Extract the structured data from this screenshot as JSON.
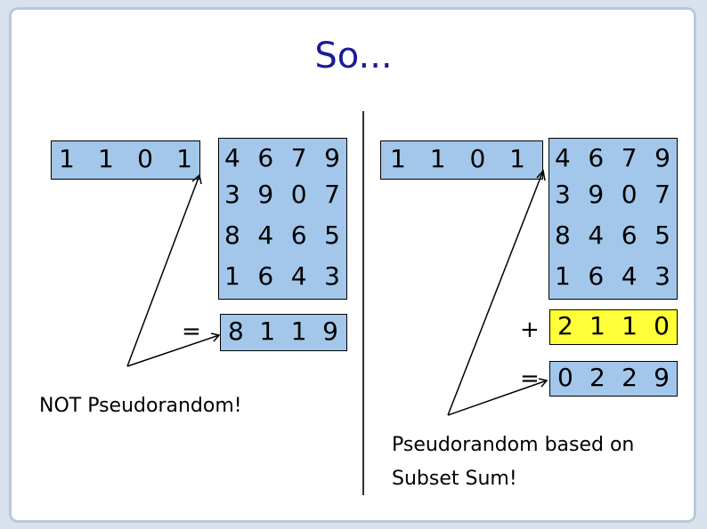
{
  "title": "So...",
  "left": {
    "bits": [
      "1",
      "1",
      "0",
      "1"
    ],
    "matrix": [
      [
        "4",
        "6",
        "7",
        "9"
      ],
      [
        "3",
        "9",
        "0",
        "7"
      ],
      [
        "8",
        "4",
        "6",
        "5"
      ],
      [
        "1",
        "6",
        "4",
        "3"
      ]
    ],
    "equals": "=",
    "result": [
      "8",
      "1",
      "1",
      "9"
    ],
    "note": "NOT Pseudorandom!"
  },
  "right": {
    "bits": [
      "1",
      "1",
      "0",
      "1"
    ],
    "matrix": [
      [
        "4",
        "6",
        "7",
        "9"
      ],
      [
        "3",
        "9",
        "0",
        "7"
      ],
      [
        "8",
        "4",
        "6",
        "5"
      ],
      [
        "1",
        "6",
        "4",
        "3"
      ]
    ],
    "plus": "+",
    "addend": [
      "2",
      "1",
      "1",
      "0"
    ],
    "equals": "=",
    "result": [
      "0",
      "2",
      "2",
      "9"
    ],
    "note_line1": "Pseudorandom based on",
    "note_line2": "Subset Sum!"
  },
  "colors": {
    "title": "#1a1a9a",
    "box_blue": "#a3c7ea",
    "box_yellow": "#ffff3a"
  }
}
